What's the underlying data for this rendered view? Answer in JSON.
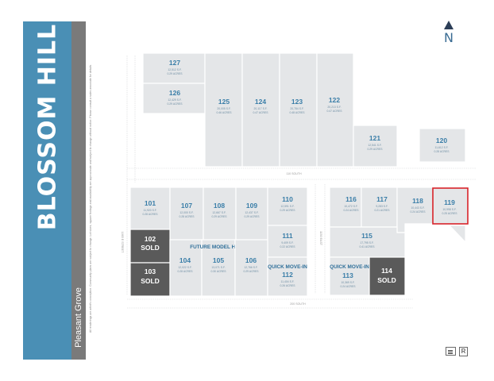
{
  "header": {
    "title": "BLOSSOM HILL",
    "subtitle": "Pleasant Grove",
    "disclaimer": "All renderings are artist's conception. Community plans are subject to change. Lot sizes, square footage and availability are approximate and subject to change without notice. Please consult a sales associate for details."
  },
  "compass": {
    "label": "N"
  },
  "streets": {
    "north": "110 SOUTH",
    "south": "200 SOUTH",
    "west": "1065 E STREET",
    "center": "1150 EAST"
  },
  "lots": [
    {
      "number": "127",
      "sqft": "12,512 S.F.",
      "acres": "0.29 ACRES",
      "status": "available"
    },
    {
      "number": "126",
      "sqft": "12,429 S.F.",
      "acres": "0.29 ACRES",
      "status": "available"
    },
    {
      "number": "125",
      "sqft": "20,005 S.F.",
      "acres": "0.46 ACRES",
      "status": "available"
    },
    {
      "number": "124",
      "sqft": "20,117 S.F.",
      "acres": "0.47 ACRES",
      "status": "available"
    },
    {
      "number": "123",
      "sqft": "20,784 S.F.",
      "acres": "0.48 ACRES",
      "status": "available"
    },
    {
      "number": "122",
      "sqft": "20,213 S.F.",
      "acres": "0.47 ACRES",
      "status": "available"
    },
    {
      "number": "121",
      "sqft": "12,541 S.F.",
      "acres": "0.29 ACRES",
      "status": "available"
    },
    {
      "number": "120",
      "sqft": "11,612 S.F.",
      "acres": "0.28 ACRES",
      "status": "available"
    },
    {
      "number": "101",
      "sqft": "11,920 S.F.",
      "acres": "0.28 ACRES",
      "status": "available"
    },
    {
      "number": "107",
      "sqft": "12,000 S.F.",
      "acres": "0.28 ACRES",
      "status": "available"
    },
    {
      "number": "108",
      "sqft": "12,667 S.F.",
      "acres": "0.29 ACRES",
      "status": "available"
    },
    {
      "number": "109",
      "sqft": "12,437 S.F.",
      "acres": "0.29 ACRES",
      "status": "available"
    },
    {
      "number": "110",
      "sqft": "12,591 S.F.",
      "acres": "0.29 ACRES",
      "status": "available"
    },
    {
      "number": "111",
      "sqft": "9,409 S.F.",
      "acres": "0.22 ACRES",
      "status": "available"
    },
    {
      "number": "102",
      "status": "sold",
      "label": "SOLD"
    },
    {
      "number": "103",
      "status": "sold",
      "label": "SOLD"
    },
    {
      "number": "104",
      "sqft": "12,022 S.F.",
      "acres": "0.28 ACRES",
      "status": "available"
    },
    {
      "number": "105",
      "sqft": "13,071 S.F.",
      "acres": "0.30 ACRES",
      "status": "available",
      "tag": "FUTURE MODEL HOME"
    },
    {
      "number": "106",
      "sqft": "12,766 S.F.",
      "acres": "0.29 ACRES",
      "status": "available"
    },
    {
      "number": "112",
      "sqft": "11,404 S.F.",
      "acres": "0.26 ACRES",
      "status": "available",
      "tag": "QUICK MOVE-IN"
    },
    {
      "number": "116",
      "sqft": "10,472 S.F.",
      "acres": "0.24 ACRES",
      "status": "available"
    },
    {
      "number": "117",
      "sqft": "9,283 S.F.",
      "acres": "0.21 ACRES",
      "status": "available"
    },
    {
      "number": "118",
      "sqft": "10,443 S.F.",
      "acres": "0.24 ACRES",
      "status": "available"
    },
    {
      "number": "119",
      "sqft": "10,998 S.F.",
      "acres": "0.25 ACRES",
      "status": "available",
      "highlight": true
    },
    {
      "number": "115",
      "sqft": "17,795 S.F.",
      "acres": "0.41 ACRES",
      "status": "available"
    },
    {
      "number": "113",
      "sqft": "10,369 S.F.",
      "acres": "0.24 ACRES",
      "status": "available",
      "tag": "QUICK MOVE-IN"
    },
    {
      "number": "114",
      "status": "sold",
      "label": "SOLD"
    }
  ],
  "colors": {
    "banner": "#4a8fb5",
    "strip": "#7a7a7a",
    "lot_fill": "#e4e6e8",
    "lot_stroke": "#ffffff",
    "sold_fill": "#5a5a5a",
    "lot_number": "#3a7ea8",
    "highlight": "#d8232a"
  },
  "icons": [
    "north-arrow-icon",
    "equal-housing-icon",
    "realtor-icon"
  ]
}
